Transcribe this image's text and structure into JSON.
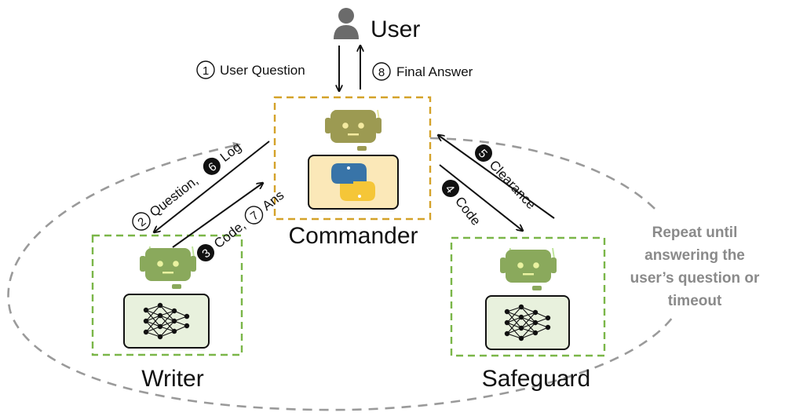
{
  "user": {
    "label": "User"
  },
  "agents": {
    "commander": {
      "label": "Commander"
    },
    "writer": {
      "label": "Writer"
    },
    "safeguard": {
      "label": "Safeguard"
    }
  },
  "edges": {
    "user_question": {
      "num": "1",
      "label": "User Question"
    },
    "final_answer": {
      "num": "8",
      "label": "Final Answer"
    },
    "question_log": {
      "num_a": "2",
      "label_a": "Question,",
      "num_b": "6",
      "label_b": "Log"
    },
    "code_ans": {
      "num_a": "3",
      "label_a": "Code,",
      "num_b": "7",
      "label_b": "Ans"
    },
    "code": {
      "num": "4",
      "label": "Code"
    },
    "clearance": {
      "num": "5",
      "label": "Clearance"
    }
  },
  "loop_note": {
    "lines": [
      "Repeat until",
      "answering the",
      "user’s question or",
      "timeout"
    ]
  },
  "colors": {
    "commander_border": "#d4a229",
    "agent_border": "#7ab648",
    "robot_commander": "#9c9a52",
    "robot_agent": "#8aa95c",
    "panel_commander": "#fbe8b8",
    "panel_agent": "#e8f1dd",
    "loop": "#9a9a9a",
    "note_text": "#8a8a8a"
  },
  "icons": [
    "user-icon",
    "robot-icon",
    "python-icon",
    "neural-network-icon"
  ]
}
